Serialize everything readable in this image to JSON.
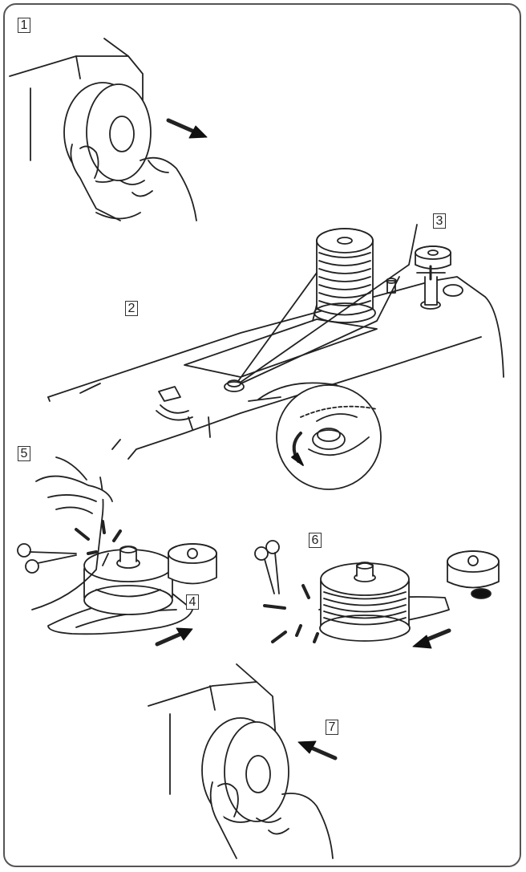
{
  "steps": {
    "s1": "1",
    "s2": "2",
    "s3": "3",
    "s4": "4",
    "s5": "5",
    "s6": "6",
    "s7": "7"
  },
  "colors": {
    "line": "#222222",
    "frame": "#555555",
    "fill": "#ffffff",
    "dark": "#111111"
  }
}
